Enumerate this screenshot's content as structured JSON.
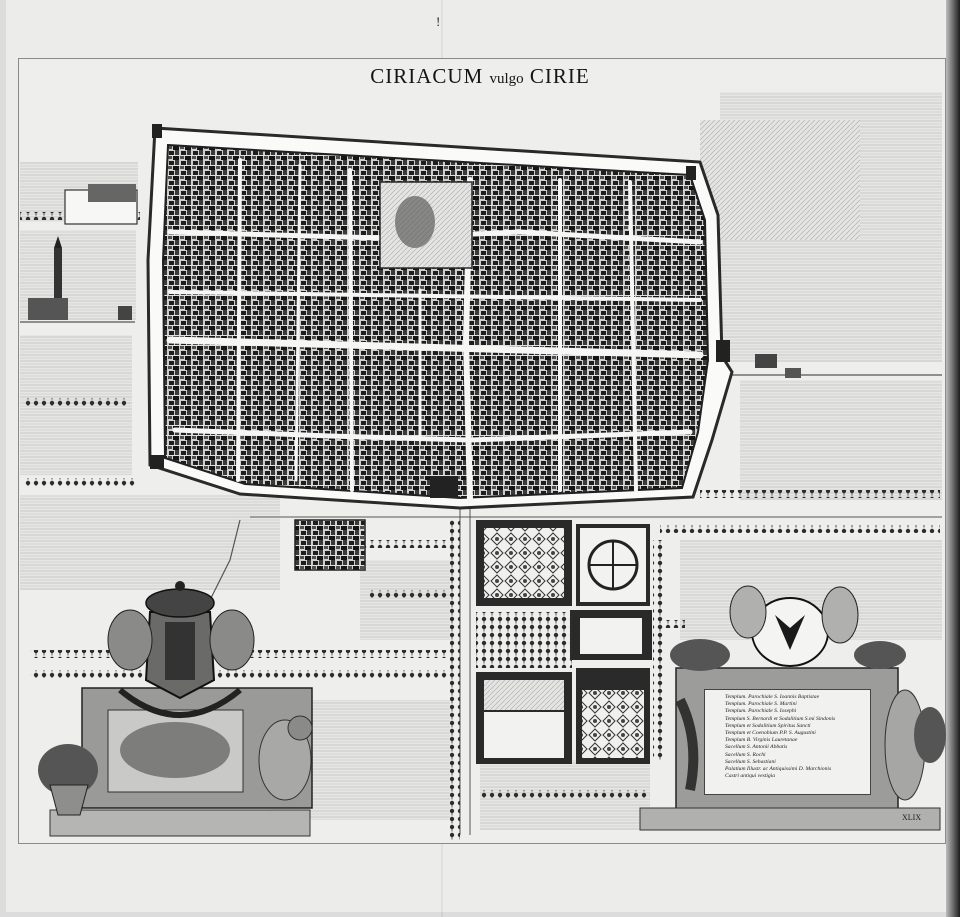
{
  "map": {
    "title_main": "CIRIACUM",
    "title_vulgo": "vulgo",
    "title_name": "CIRIE",
    "folio_mark": "!",
    "plate_number": "XLIX",
    "legend": [
      "Templum. Parochiale S. Ioannis Baptistae",
      "Templum. Parochiale S. Martini",
      "Templum. Parochiale S. Iosephi",
      "Templum S. Bernardi et Sodalitium S.mi Sindonis",
      "Templum et Sodalitium Spiritus Sancti",
      "Templum et Coenobium P.P. S. Augustini",
      "Templum B. Virginis Lauretanae",
      "Sacellum S. Antonii Abbatis",
      "Sacellum S. Rochi",
      "Sacellum S. Sebastiani",
      "Palatium Illustr. ac Antiquissimi D. Marchionis",
      "Castri antiqui vestigia"
    ]
  }
}
